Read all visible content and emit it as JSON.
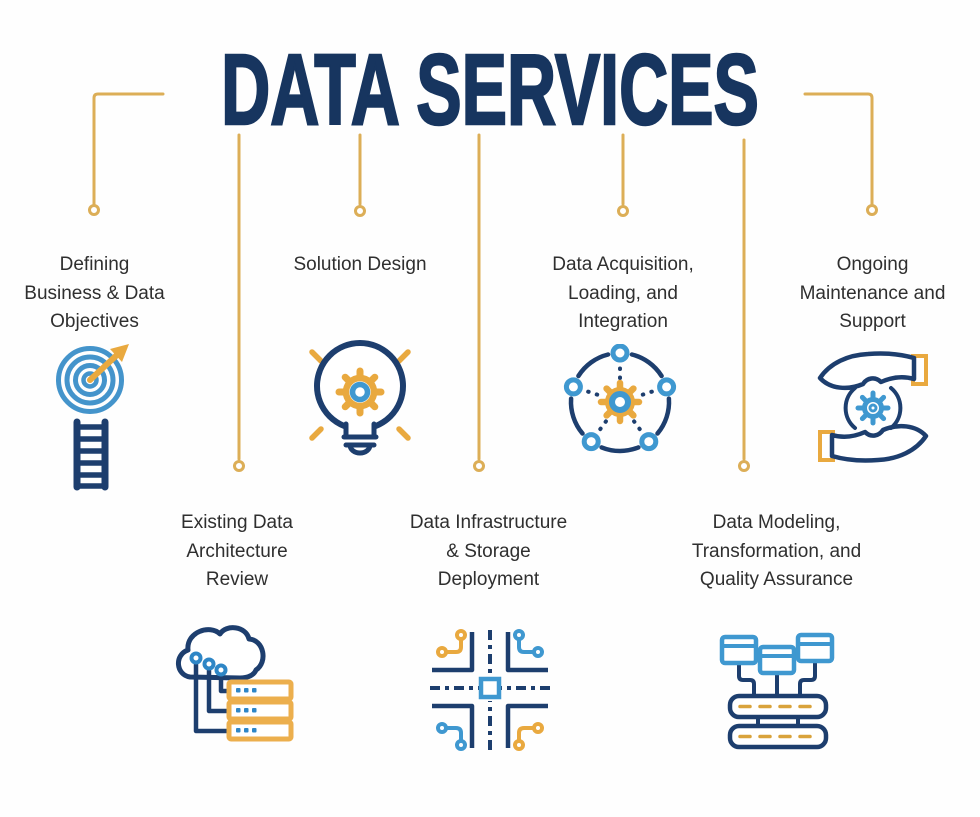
{
  "title": "DATA SERVICES",
  "colors": {
    "navy": "#1d3e6e",
    "title_navy": "#17355f",
    "gold_line": "#dcae57",
    "icon_yellow": "#e9a93f",
    "server_yellow": "#ecaf4d",
    "icon_blue": "#3f98d0",
    "target_blue": "#4494cb",
    "text": "#2f2f2f",
    "background": "#fefefe"
  },
  "services": [
    {
      "id": "defining-objectives",
      "row": 1,
      "icon": "target-ladder-icon",
      "label": [
        "Defining",
        "Business & Data",
        "Objectives"
      ]
    },
    {
      "id": "solution-design",
      "row": 1,
      "icon": "lightbulb-gear-icon",
      "label": [
        "Solution Design"
      ]
    },
    {
      "id": "data-acquisition",
      "row": 1,
      "icon": "gear-network-icon",
      "label": [
        "Data Acquisition,",
        "Loading, and",
        "Integration"
      ]
    },
    {
      "id": "ongoing-maintenance",
      "row": 1,
      "icon": "hands-gear-icon",
      "label": [
        "Ongoing",
        "Maintenance and",
        "Support"
      ]
    },
    {
      "id": "existing-architecture",
      "row": 2,
      "icon": "cloud-servers-icon",
      "label": [
        "Existing Data",
        "Architecture",
        "Review"
      ]
    },
    {
      "id": "data-infrastructure",
      "row": 2,
      "icon": "circuit-icon",
      "label": [
        "Data Infrastructure",
        "& Storage",
        "Deployment"
      ]
    },
    {
      "id": "data-modeling",
      "row": 2,
      "icon": "database-tree-icon",
      "label": [
        "Data Modeling,",
        "Transformation, and",
        "Quality Assurance"
      ]
    }
  ]
}
